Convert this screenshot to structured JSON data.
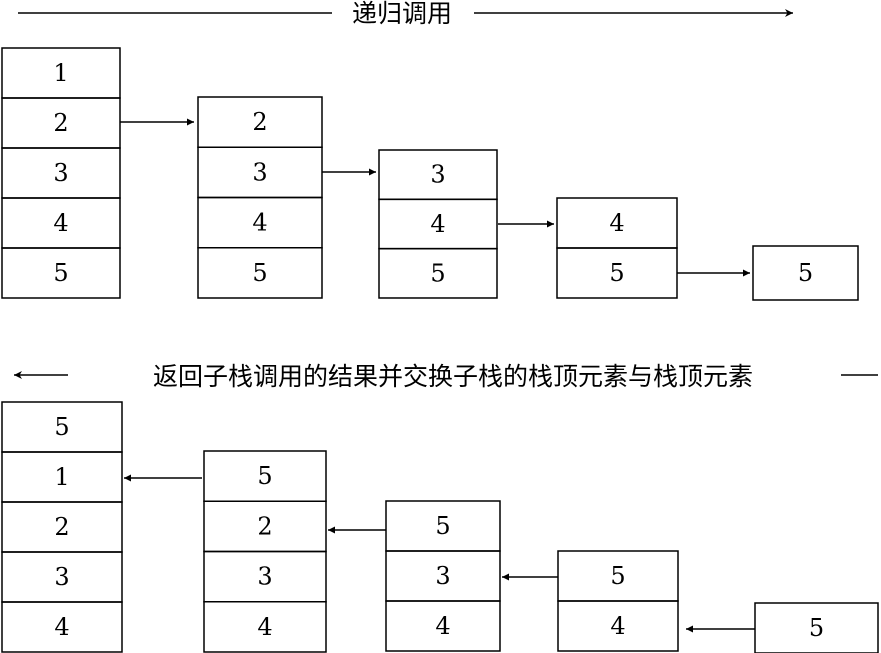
{
  "top_section": {
    "label": "递归调用",
    "stacks": [
      [
        "1",
        "2",
        "3",
        "4",
        "5"
      ],
      [
        "2",
        "3",
        "4",
        "5"
      ],
      [
        "3",
        "4",
        "5"
      ],
      [
        "4",
        "5"
      ],
      [
        "5"
      ]
    ]
  },
  "bottom_section": {
    "label": "返回子栈调用的结果并交换子栈的栈顶元素与栈顶元素",
    "stacks": [
      [
        "5",
        "1",
        "2",
        "3",
        "4"
      ],
      [
        "5",
        "2",
        "3",
        "4"
      ],
      [
        "5",
        "3",
        "4"
      ],
      [
        "5",
        "4"
      ],
      [
        "5"
      ]
    ]
  },
  "colors": {
    "stroke": "#000000",
    "background": "#ffffff"
  }
}
